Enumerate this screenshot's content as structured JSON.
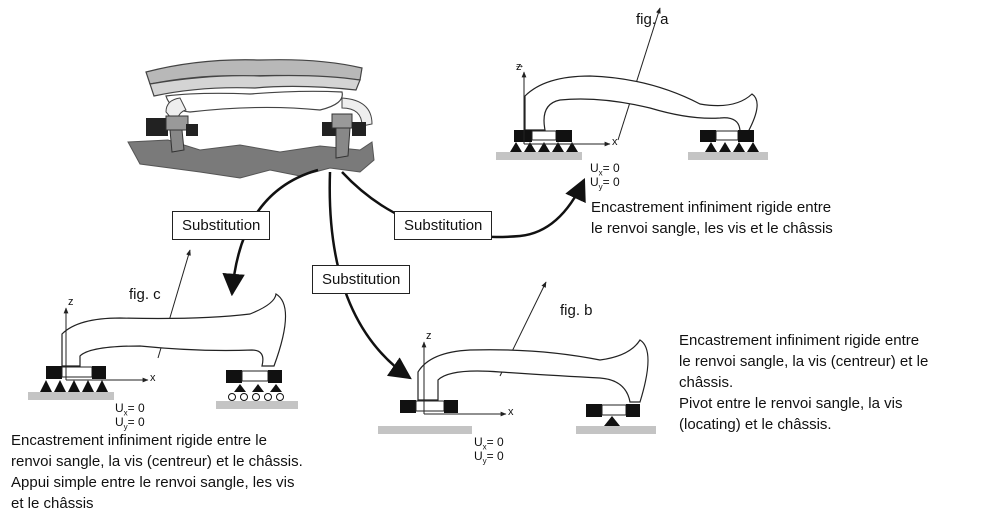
{
  "figures": {
    "a": {
      "label": "fig. a",
      "ux": "= 0",
      "uy": "= 0",
      "desc": [
        "Encastrement infiniment rigide entre",
        "le renvoi sangle, les vis et le châssis"
      ]
    },
    "b": {
      "label": "fig. b",
      "ux": "= 0",
      "uy": "= 0",
      "desc": [
        "Encastrement infiniment rigide entre",
        "le renvoi sangle, la vis (centreur) et le",
        "châssis.",
        "Pivot entre le renvoi sangle, la vis",
        "(locating) et le châssis."
      ]
    },
    "c": {
      "label": "fig. c",
      "ux": "= 0",
      "uy": "= 0",
      "desc": [
        "Encastrement infiniment rigide entre le",
        "renvoi sangle, la vis (centreur) et le châssis.",
        "Appui  simple entre le renvoi sangle, les vis",
        "et le châssis"
      ]
    }
  },
  "substitution_label": "Substitution",
  "axes": {
    "x": "x",
    "z": "z",
    "u_symbol": "U",
    "x_sub": "x",
    "y_sub": "y"
  }
}
